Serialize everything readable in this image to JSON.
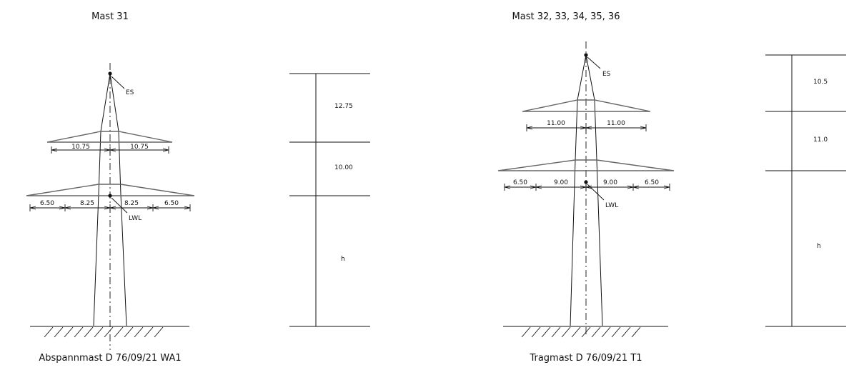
{
  "left": {
    "title": "Mast 31",
    "caption": "Abspannmast D 76/09/21 WA1",
    "labels": {
      "es": "ES",
      "lwl": "LWL"
    },
    "upper_arm": [
      "10.75",
      "10.75"
    ],
    "lower_arm": [
      "6.50",
      "8.25",
      "8.25",
      "6.50"
    ],
    "heights": [
      "12.75",
      "10.00",
      "h"
    ]
  },
  "right": {
    "title": "Mast 32, 33, 34, 35, 36",
    "caption": "Tragmast D 76/09/21 T1",
    "labels": {
      "es": "ES",
      "lwl": "LWL"
    },
    "upper_arm": [
      "11.00",
      "11.00"
    ],
    "lower_arm": [
      "6.50",
      "9.00",
      "9.00",
      "6.50"
    ],
    "heights": [
      "10.5",
      "11.0",
      "h"
    ]
  }
}
